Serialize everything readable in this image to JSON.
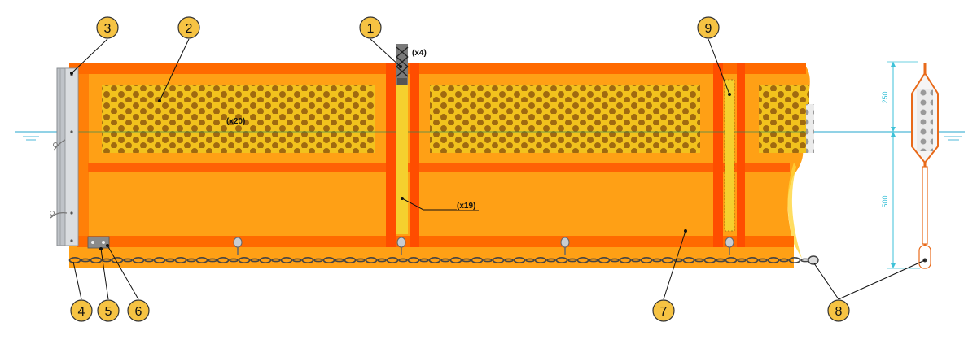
{
  "callouts": [
    {
      "number": "1"
    },
    {
      "number": "2"
    },
    {
      "number": "3"
    },
    {
      "number": "4"
    },
    {
      "number": "5"
    },
    {
      "number": "6"
    },
    {
      "number": "7"
    },
    {
      "number": "8"
    },
    {
      "number": "9"
    }
  ],
  "labels": {
    "x4": "(x4)",
    "x20": "(x20)",
    "x19": "(x19)",
    "dim_upper": "250",
    "dim_lower": "500"
  },
  "colors": {
    "panel": "#FF9E0D",
    "panel_dark": "#FF6A00",
    "stripe": "#FF4D00",
    "float_fill": "#F2C21D",
    "float_dot": "#A06A10",
    "stiffener": "#F5D02E",
    "callout_fill": "#F6C343",
    "water": "#4FB8D8",
    "dimension": "#3EC2D8",
    "chain": "#444444",
    "connector": "#C9CDD2"
  }
}
